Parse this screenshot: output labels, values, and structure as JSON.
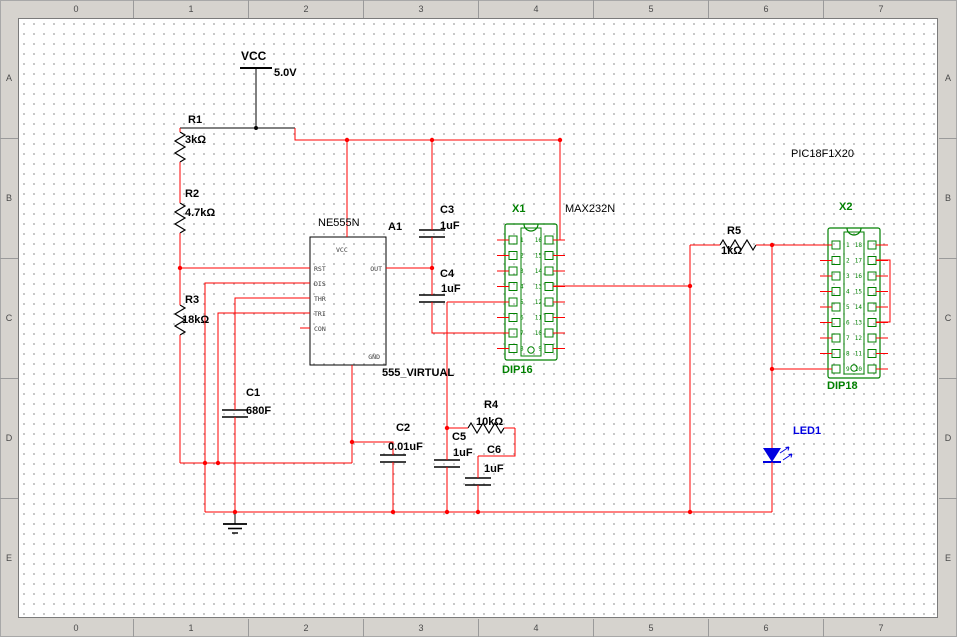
{
  "frame": {
    "top_zones": [
      "0",
      "1",
      "2",
      "3",
      "4",
      "5",
      "6",
      "7"
    ],
    "bottom_zones": [
      "0",
      "1",
      "2",
      "3",
      "4",
      "5",
      "6",
      "7"
    ],
    "left_zones": [
      "A",
      "B",
      "C",
      "D",
      "E"
    ],
    "right_zones": [
      "A",
      "B",
      "C",
      "D",
      "E"
    ]
  },
  "colors": {
    "wire": "#ff0000",
    "socket_green": "#008000",
    "led_blue": "#0000e0",
    "symbol_black": "#000000",
    "frame_gray": "#d6d3ce"
  },
  "components": {
    "vcc": {
      "name": "VCC",
      "value": "5.0V"
    },
    "r1": {
      "name": "R1",
      "value": "3kΩ"
    },
    "r2": {
      "name": "R2",
      "value": "4.7kΩ"
    },
    "r3": {
      "name": "R3",
      "value": "18kΩ"
    },
    "r4": {
      "name": "R4",
      "value": "10kΩ"
    },
    "r5": {
      "name": "R5",
      "value": "1kΩ"
    },
    "c1": {
      "name": "C1",
      "value": "680F"
    },
    "c2": {
      "name": "C2",
      "value": "0.01uF"
    },
    "c3": {
      "name": "C3",
      "value": "1uF"
    },
    "c4": {
      "name": "C4",
      "value": "1uF"
    },
    "c5": {
      "name": "C5",
      "value": "1uF"
    },
    "c6": {
      "name": "C6",
      "value": "1uF"
    },
    "a1": {
      "part": "NE555N",
      "refdes": "A1",
      "footprint": "555_VIRTUAL",
      "pins": {
        "vcc": "VCC",
        "rst": "RST",
        "dis": "DIS",
        "thr": "THR",
        "tri": "TRI",
        "con": "CON",
        "out": "OUT",
        "gnd": "GND"
      }
    },
    "x1": {
      "refdes": "X1",
      "part": "MAX232N",
      "package": "DIP16",
      "pins_left": [
        "1",
        "2",
        "3",
        "4",
        "5",
        "6",
        "7",
        "8"
      ],
      "pins_right": [
        "16",
        "15",
        "14",
        "13",
        "12",
        "11",
        "10",
        "9"
      ]
    },
    "x2": {
      "refdes": "X2",
      "part": "PIC18F1X20",
      "package": "DIP18",
      "pins_left": [
        "1",
        "2",
        "3",
        "4",
        "5",
        "6",
        "7",
        "8",
        "9"
      ],
      "pins_right": [
        "18",
        "17",
        "16",
        "15",
        "14",
        "13",
        "12",
        "11",
        "10"
      ]
    },
    "led1": {
      "name": "LED1"
    }
  }
}
